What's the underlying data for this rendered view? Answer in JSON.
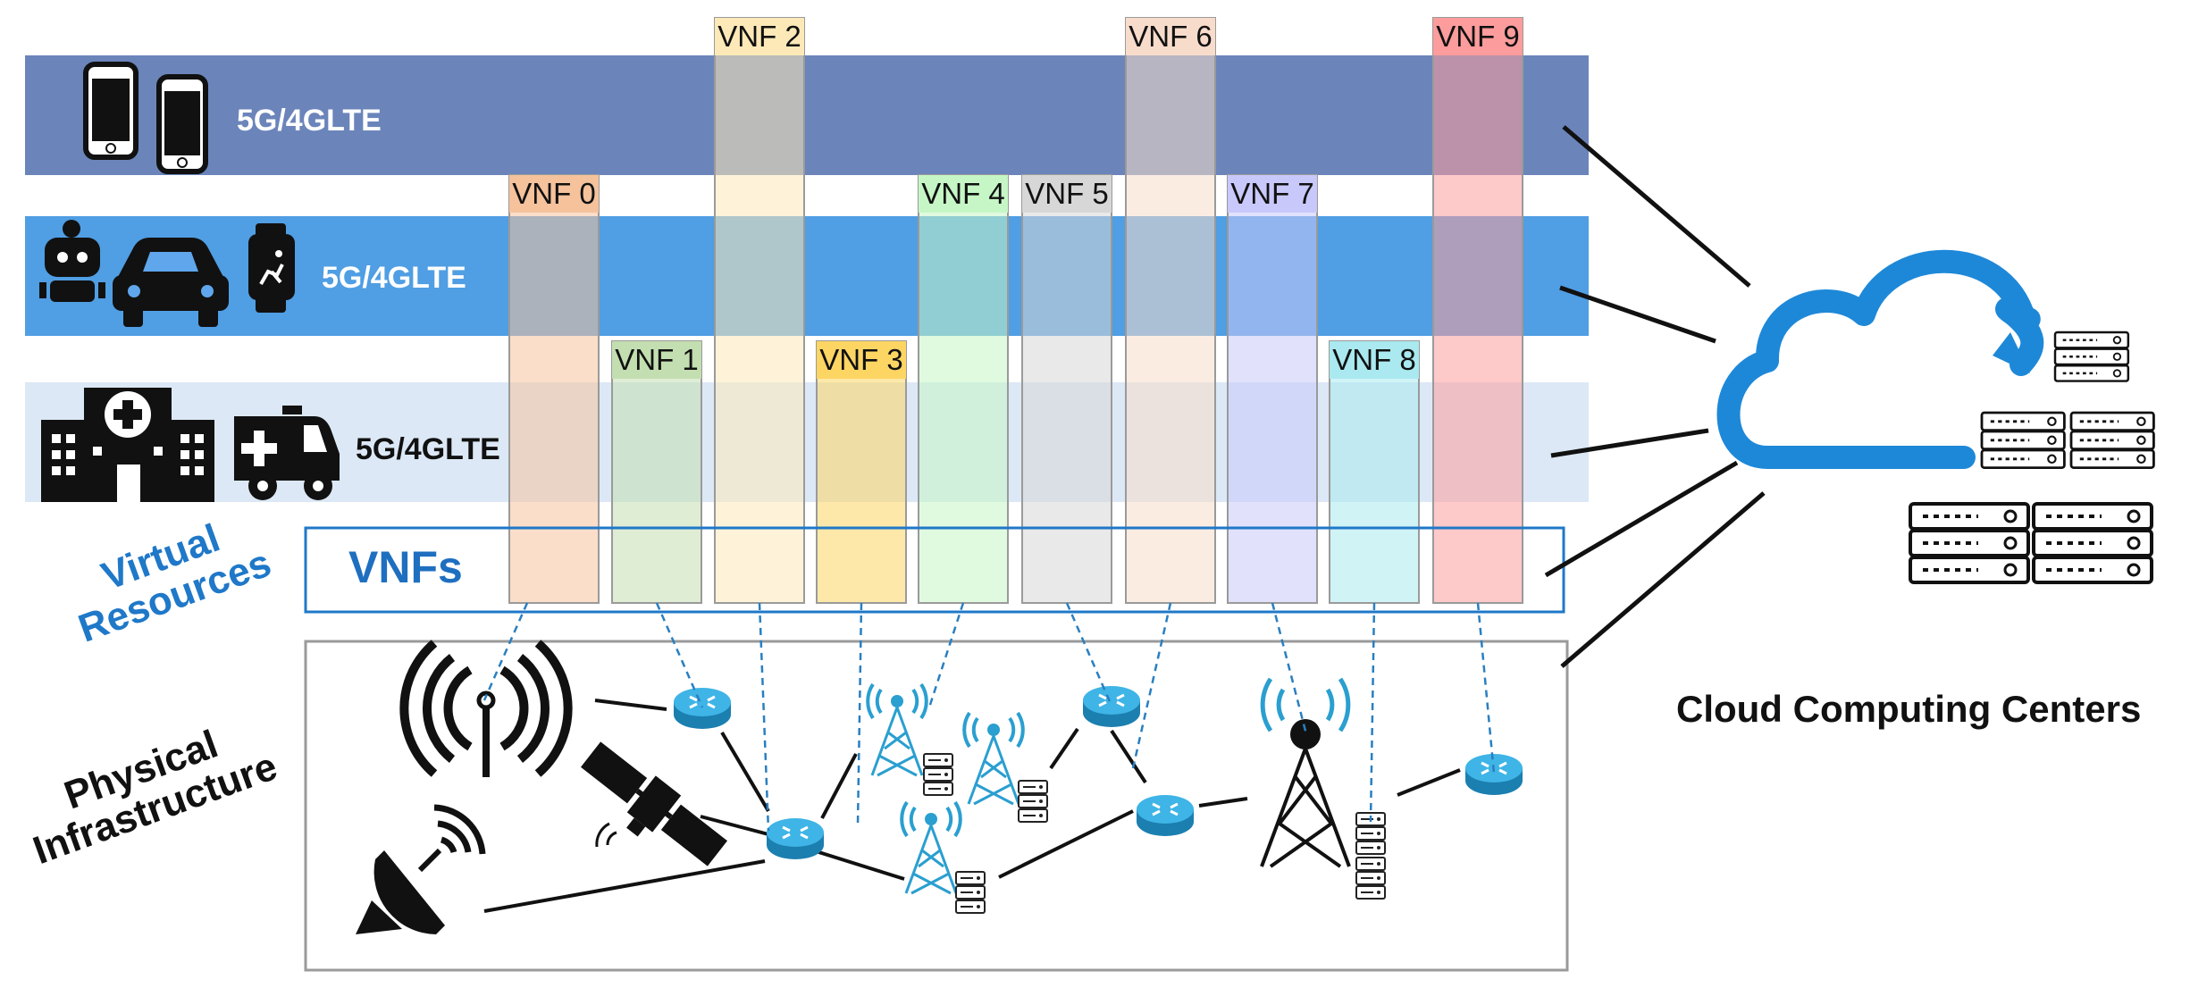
{
  "layers": [
    {
      "label": "5G/4GLTE",
      "color": "#5b78b4"
    },
    {
      "label": "5G/4GLTE",
      "color": "#3d94e0"
    },
    {
      "label": "5G/4GLTE",
      "color": "#dce8f5"
    }
  ],
  "side_labels": {
    "virtual": "Virtual\nResources",
    "physical": "Physical\nInfrastructure"
  },
  "vnfs_box_label": "VNFs",
  "cloud_label": "Cloud Computing Centers",
  "vnfs": [
    {
      "label": "VNF 0",
      "color": "#f5c29c"
    },
    {
      "label": "VNF 1",
      "color": "#c3deb0"
    },
    {
      "label": "VNF 2",
      "color": "#fde9b8"
    },
    {
      "label": "VNF 3",
      "color": "#fdd563"
    },
    {
      "label": "VNF 4",
      "color": "#c6f6c6"
    },
    {
      "label": "VNF 5",
      "color": "#d7d7d7"
    },
    {
      "label": "VNF 6",
      "color": "#f8dccb"
    },
    {
      "label": "VNF 7",
      "color": "#c9c8fa"
    },
    {
      "label": "VNF 8",
      "color": "#a9e9ef"
    },
    {
      "label": "VNF 9",
      "color": "#fd9c9c"
    }
  ],
  "colors": {
    "accent_blue": "#1e88d8",
    "network_teal": "#2a9fd0",
    "frame_gray": "#9a9a9a"
  },
  "icons": [
    "smartphone-icon",
    "robot-icon",
    "car-icon",
    "smartwatch-icon",
    "hospital-icon",
    "ambulance-icon",
    "radio-antenna-icon",
    "satellite-icon",
    "satellite-dish-icon",
    "router-icon",
    "cell-tower-icon",
    "server-icon",
    "cloud-icon",
    "server-rack-icon"
  ]
}
